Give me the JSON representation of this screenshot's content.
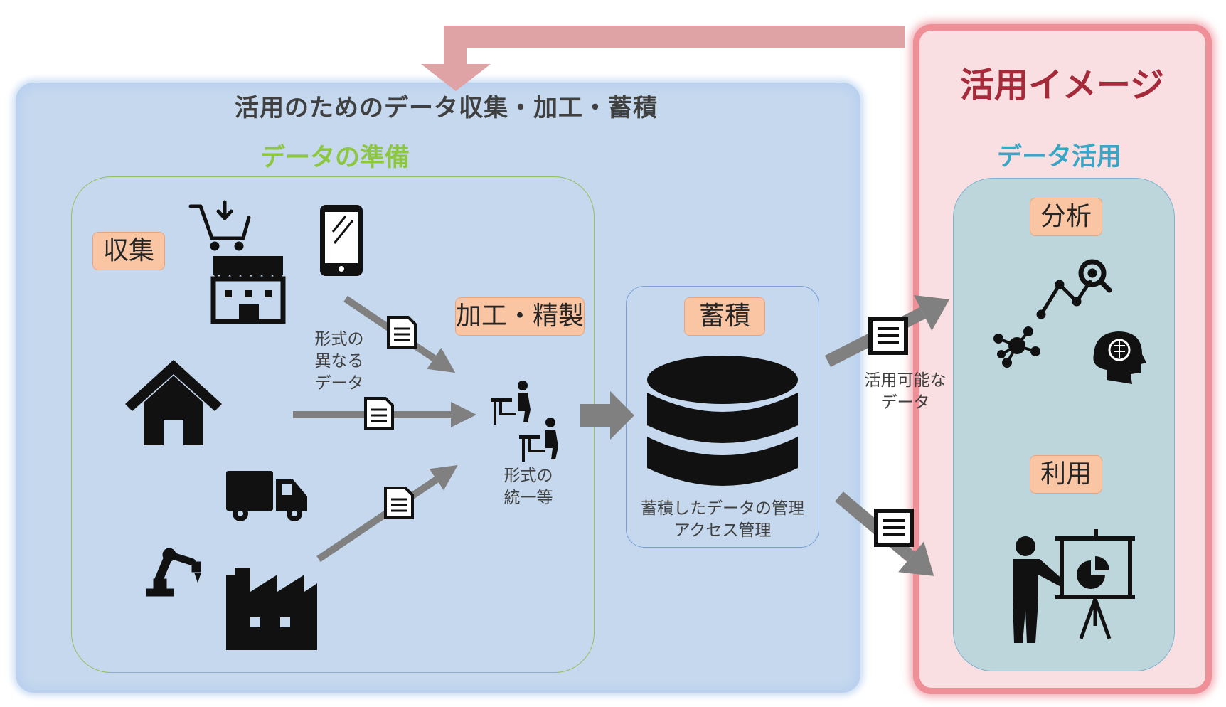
{
  "titles": {
    "main": "活用のためのデータ収集・加工・蓄積",
    "prep": "データの準備",
    "usage_image": "活用イメージ",
    "data_usage": "データ活用"
  },
  "tags": {
    "collect": "収集",
    "process": "加工・精製",
    "store": "蓄積",
    "analyze": "分析",
    "use": "利用"
  },
  "captions": {
    "different_format_1": "形式の",
    "different_format_2": "異なる",
    "different_format_3": "データ",
    "unify_1": "形式の",
    "unify_2": "統一等",
    "store_1": "蓄積したデータの管理",
    "store_2": "アクセス管理",
    "usable_1": "活用可能な",
    "usable_2": "データ"
  },
  "icons": [
    "shopping-cart-icon",
    "store-icon",
    "smartphone-icon",
    "house-icon",
    "truck-icon",
    "robot-arm-icon",
    "factory-icon",
    "document-icon",
    "workers-icon",
    "database-icon",
    "list-document-icon",
    "chart-search-icon",
    "network-icon",
    "brain-head-icon",
    "presentation-icon"
  ],
  "colors": {
    "blue_panel": "#c5d8ee",
    "pink_panel": "#fadfe2",
    "tag_fill": "#f9c5a3",
    "arrow_gray": "#7f7f7f",
    "feedback_arrow": "#dfa3a6"
  }
}
